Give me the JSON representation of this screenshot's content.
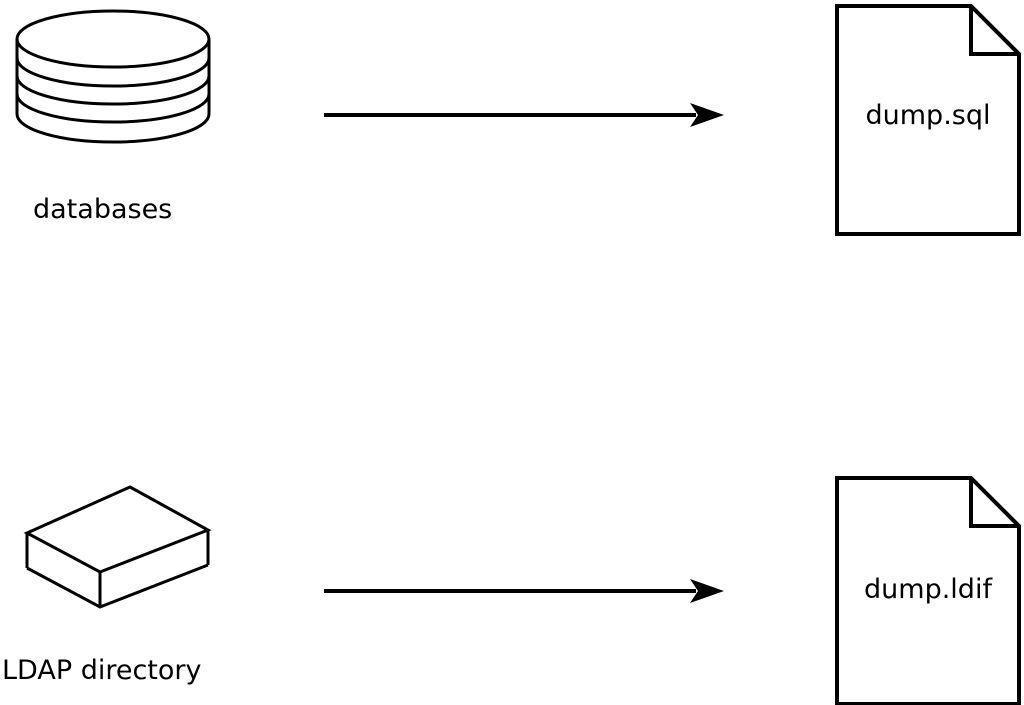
{
  "diagram": {
    "background_color": "#ffffff",
    "line_color": "#000000",
    "rows": [
      {
        "source": {
          "icon": "database-cylinder",
          "label": "databases"
        },
        "connector": "right-arrow",
        "target": {
          "icon": "document-file",
          "label": "dump.sql"
        }
      },
      {
        "source": {
          "icon": "box-3d",
          "label": "LDAP directory"
        },
        "connector": "right-arrow",
        "target": {
          "icon": "document-file",
          "label": "dump.ldif"
        }
      }
    ]
  }
}
